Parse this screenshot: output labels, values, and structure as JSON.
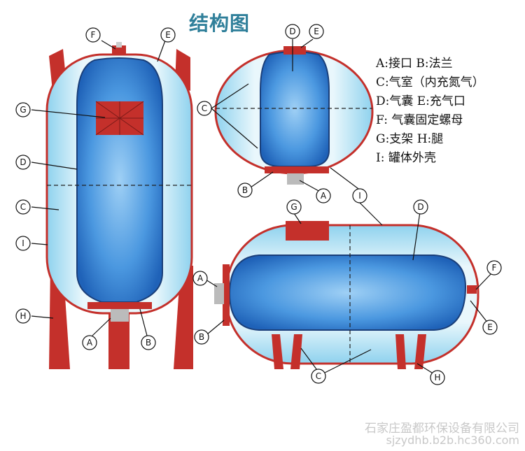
{
  "title": "结构图",
  "legend": [
    "A:接口  B:法兰",
    "C:气室（内充氮气）",
    "D:气囊  E:充气口",
    "F: 气囊固定螺母",
    "G:支架  H:腿",
    "I: 罐体外壳"
  ],
  "watermark": {
    "company": "石家庄盈都环保设备有限公司",
    "site": "sjzydhb.b2b.hc360.com"
  },
  "callouts": {
    "A": "A",
    "B": "B",
    "C": "C",
    "D": "D",
    "E": "E",
    "F": "F",
    "G": "G",
    "H": "H",
    "I": "I"
  },
  "colors": {
    "shell": "#bfe6f4",
    "bladder": "#2f7fd0",
    "metal": "#c4302b",
    "title": "#2f7f9a"
  }
}
